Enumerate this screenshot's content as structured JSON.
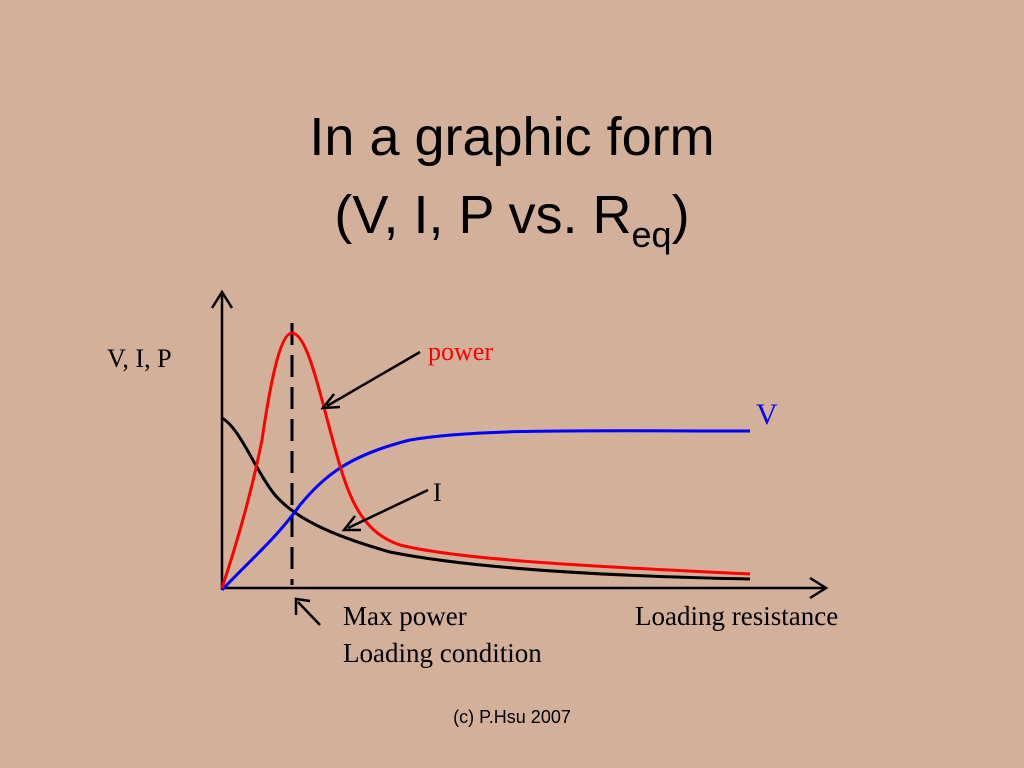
{
  "title": {
    "line1": "In a graphic form",
    "line2_main": "(V, I, P  vs. R",
    "line2_sub": "eq",
    "line2_end": ")"
  },
  "labels": {
    "y_axis": "V, I, P",
    "x_axis": "Loading resistance",
    "power": "power",
    "voltage": "V",
    "current": "I",
    "max_power_line1": "Max power",
    "max_power_line2": "Loading condition"
  },
  "footer": "(c) P.Hsu 2007",
  "colors": {
    "background": "#d2b09a",
    "power": "#ff0000",
    "voltage": "#0000ff",
    "current": "#000000"
  }
}
